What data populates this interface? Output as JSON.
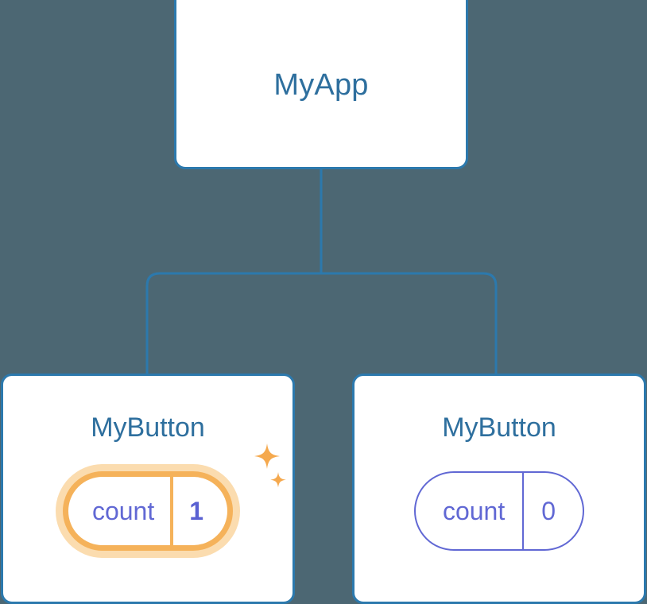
{
  "diagram": {
    "type": "component-tree",
    "title": "MyApp component tree with MyButton children",
    "background_color": "#4c6773",
    "accent_colors": {
      "node_border": "#2c79ad",
      "node_text": "#2e6f9e",
      "connector": "#2c79ad",
      "state_text": "#6168d4",
      "highlight_ring": "#f5b25a",
      "highlight_glow": "#fbdcaf",
      "sparkle": "#f5a94e"
    }
  },
  "root": {
    "label": "MyApp"
  },
  "children": [
    {
      "label": "MyButton",
      "state": {
        "key": "count",
        "value": "1"
      },
      "highlighted": true,
      "sparkles": [
        {
          "name": "sparkle-large",
          "size": 34
        },
        {
          "name": "sparkle-small",
          "size": 20
        }
      ]
    },
    {
      "label": "MyButton",
      "state": {
        "key": "count",
        "value": "0"
      },
      "highlighted": false,
      "sparkles": []
    }
  ]
}
